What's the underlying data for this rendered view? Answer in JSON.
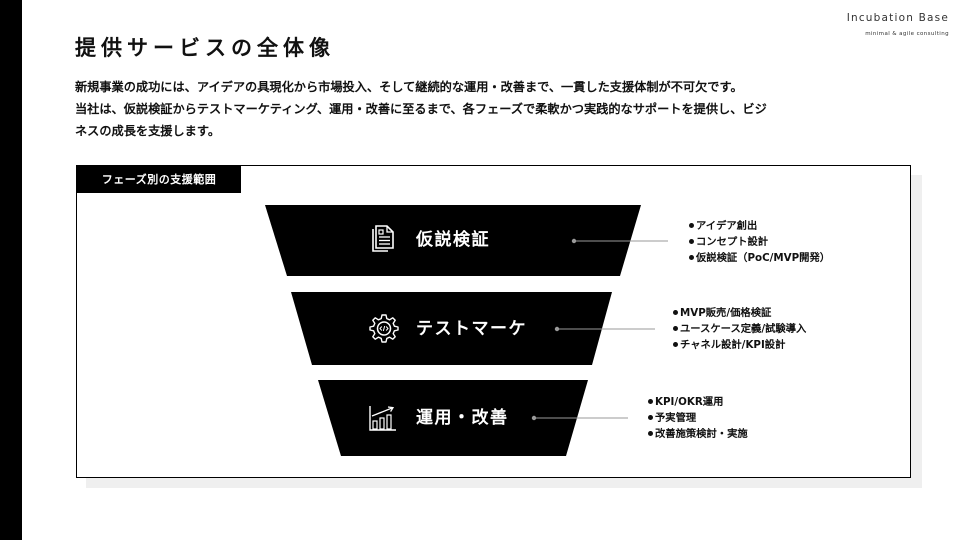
{
  "brand": {
    "name": "Incubation Base",
    "tagline": "minimal & agile consulting"
  },
  "page": {
    "title": "提供サービスの全体像",
    "intro_lines": [
      "新規事業の成功には、アイデアの具現化から市場投入、そして継続的な運用・改善まで、一貫した支援体制が不可欠です。",
      "当社は、仮説検証からテストマーケティング、運用・改善に至るまで、各フェーズで柔軟かつ実践的なサポートを提供し、ビジ",
      "ネスの成長を支援します。"
    ]
  },
  "diagram": {
    "label": "フェーズ別の支援範囲",
    "colors": {
      "funnel": "#000000",
      "connector": "#9a9a9a",
      "shadow": "#efefef",
      "text_on_dark": "#ffffff"
    },
    "stages": [
      {
        "name": "仮説検証",
        "icon": "document-icon",
        "items": [
          "アイデア創出",
          "コンセプト設計",
          "仮説検証（PoC/MVP開発）"
        ]
      },
      {
        "name": "テストマーケ",
        "icon": "gear-code-icon",
        "items": [
          "MVP販売/価格検証",
          "ユースケース定義/試験導入",
          "チャネル設計/KPI設計"
        ]
      },
      {
        "name": "運用・改善",
        "icon": "bar-chart-growth-icon",
        "items": [
          "KPI/OKR運用",
          "予実管理",
          "改善施策検討・実施"
        ]
      }
    ]
  }
}
